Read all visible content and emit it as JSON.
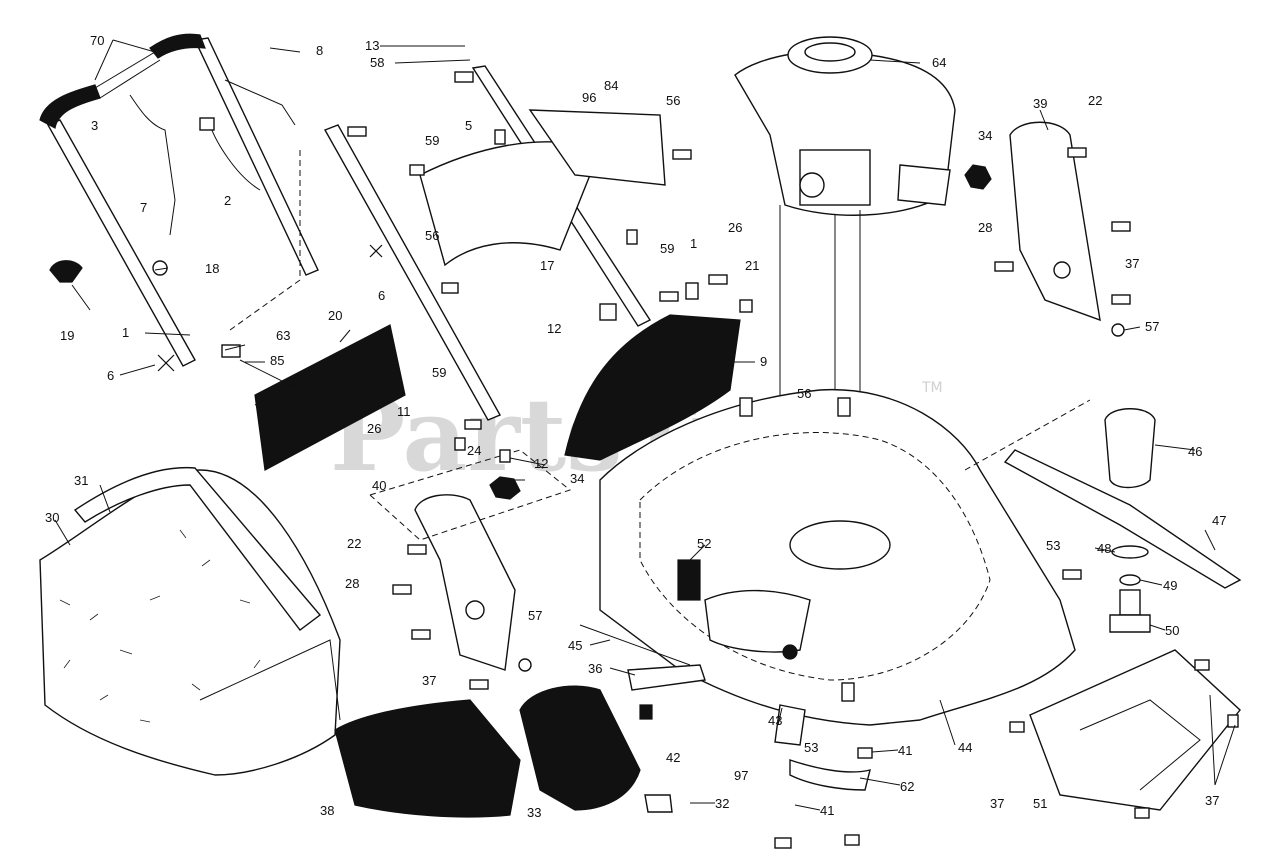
{
  "watermark": {
    "text": "PartsTree",
    "mark": "TM"
  },
  "callouts": [
    "70",
    "8",
    "3",
    "7",
    "2",
    "19",
    "18",
    "1",
    "6",
    "6",
    "13",
    "58",
    "59",
    "5",
    "63",
    "85",
    "20",
    "56",
    "17",
    "96",
    "84",
    "56",
    "59",
    "1",
    "26",
    "21",
    "12",
    "9",
    "64",
    "39",
    "22",
    "34",
    "28",
    "37",
    "57",
    "59",
    "11",
    "26",
    "24",
    "12",
    "56",
    "46",
    "40",
    "34",
    "22",
    "28",
    "57",
    "37",
    "31",
    "30",
    "52",
    "53",
    "48",
    "47",
    "49",
    "50",
    "45",
    "36",
    "43",
    "42",
    "97",
    "53",
    "41",
    "62",
    "41",
    "44",
    "38",
    "33",
    "32",
    "37",
    "51",
    "37"
  ]
}
